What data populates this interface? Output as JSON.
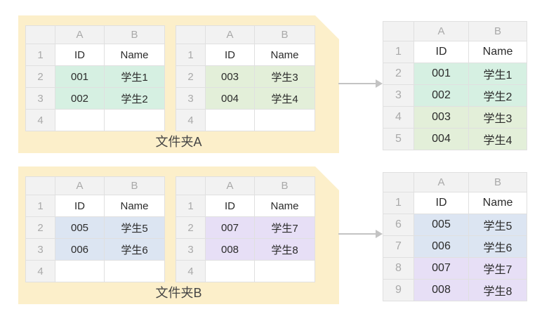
{
  "palette": {
    "folder-bg": "#fcefca",
    "mint": "#d6f0e2",
    "green": "#e3efd9",
    "blue": "#dce5f2",
    "purple": "#e7dff6",
    "header-bg": "#f2f2f2",
    "muted-text": "#a9a9a9",
    "cell-text": "#2b2b2b",
    "grid-border": "#e0e0e0",
    "arrow": "#c3c3c3"
  },
  "folders": [
    {
      "label": "文件夹A"
    },
    {
      "label": "文件夹B"
    }
  ],
  "sheets": [
    {
      "col_headers": [
        "A",
        "B"
      ],
      "rows": [
        {
          "n": "1",
          "a": "ID",
          "b": "Name",
          "hl": null
        },
        {
          "n": "2",
          "a": "001",
          "b": "学生1",
          "hl": "mint"
        },
        {
          "n": "3",
          "a": "002",
          "b": "学生2",
          "hl": "mint"
        },
        {
          "n": "4",
          "a": "",
          "b": "",
          "hl": null
        }
      ]
    },
    {
      "col_headers": [
        "A",
        "B"
      ],
      "rows": [
        {
          "n": "1",
          "a": "ID",
          "b": "Name",
          "hl": null
        },
        {
          "n": "2",
          "a": "003",
          "b": "学生3",
          "hl": "green"
        },
        {
          "n": "3",
          "a": "004",
          "b": "学生4",
          "hl": "green"
        },
        {
          "n": "4",
          "a": "",
          "b": "",
          "hl": null
        }
      ]
    },
    {
      "col_headers": [
        "A",
        "B"
      ],
      "rows": [
        {
          "n": "1",
          "a": "ID",
          "b": "Name",
          "hl": null
        },
        {
          "n": "2",
          "a": "005",
          "b": "学生5",
          "hl": "blue"
        },
        {
          "n": "3",
          "a": "006",
          "b": "学生6",
          "hl": "blue"
        },
        {
          "n": "4",
          "a": "",
          "b": "",
          "hl": null
        }
      ]
    },
    {
      "col_headers": [
        "A",
        "B"
      ],
      "rows": [
        {
          "n": "1",
          "a": "ID",
          "b": "Name",
          "hl": null
        },
        {
          "n": "2",
          "a": "007",
          "b": "学生7",
          "hl": "purple"
        },
        {
          "n": "3",
          "a": "008",
          "b": "学生8",
          "hl": "purple"
        },
        {
          "n": "4",
          "a": "",
          "b": "",
          "hl": null
        }
      ]
    },
    {
      "col_headers": [
        "A",
        "B"
      ],
      "rows": [
        {
          "n": "1",
          "a": "ID",
          "b": "Name",
          "hl": null
        },
        {
          "n": "2",
          "a": "001",
          "b": "学生1",
          "hl": "mint"
        },
        {
          "n": "3",
          "a": "002",
          "b": "学生2",
          "hl": "mint"
        },
        {
          "n": "4",
          "a": "003",
          "b": "学生3",
          "hl": "green"
        },
        {
          "n": "5",
          "a": "004",
          "b": "学生4",
          "hl": "green"
        }
      ]
    },
    {
      "col_headers": [
        "A",
        "B"
      ],
      "rows": [
        {
          "n": "1",
          "a": "ID",
          "b": "Name",
          "hl": null
        },
        {
          "n": "6",
          "a": "005",
          "b": "学生5",
          "hl": "blue"
        },
        {
          "n": "7",
          "a": "006",
          "b": "学生6",
          "hl": "blue"
        },
        {
          "n": "8",
          "a": "007",
          "b": "学生7",
          "hl": "purple"
        },
        {
          "n": "9",
          "a": "008",
          "b": "学生8",
          "hl": "purple"
        }
      ]
    }
  ]
}
